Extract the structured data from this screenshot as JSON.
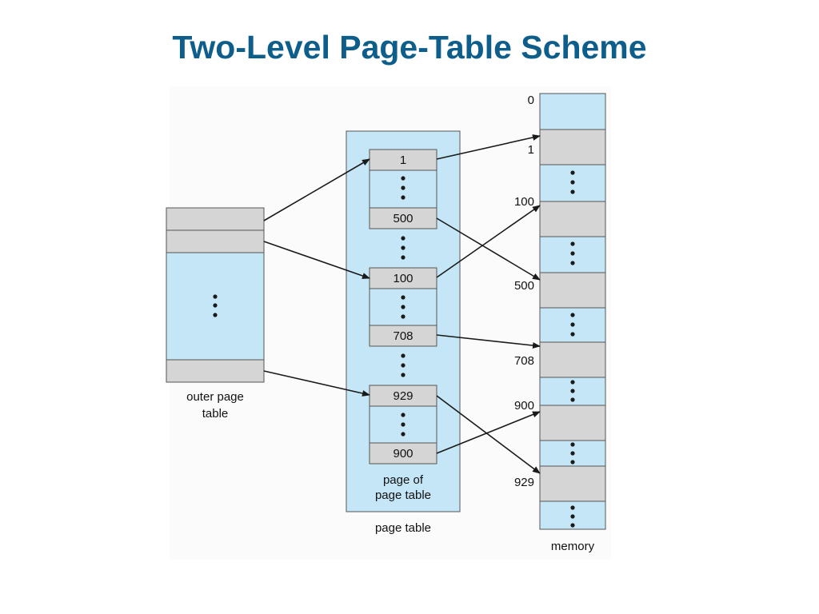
{
  "title": "Two-Level Page-Table Scheme",
  "outer_table": {
    "label_line1": "outer page",
    "label_line2": "table"
  },
  "page_table": {
    "label": "page table",
    "inner_label_line1": "page of",
    "inner_label_line2": "page table",
    "entries": [
      "1",
      "500",
      "100",
      "708",
      "929",
      "900"
    ]
  },
  "memory": {
    "label": "memory",
    "addresses": [
      "0",
      "1",
      "100",
      "500",
      "708",
      "900",
      "929"
    ]
  },
  "colors": {
    "title": "#0e5e8c",
    "light_blue": "#c5e6f6",
    "gray": "#d5d5d5",
    "stroke": "#555555",
    "arrow": "#1a1a1a"
  }
}
